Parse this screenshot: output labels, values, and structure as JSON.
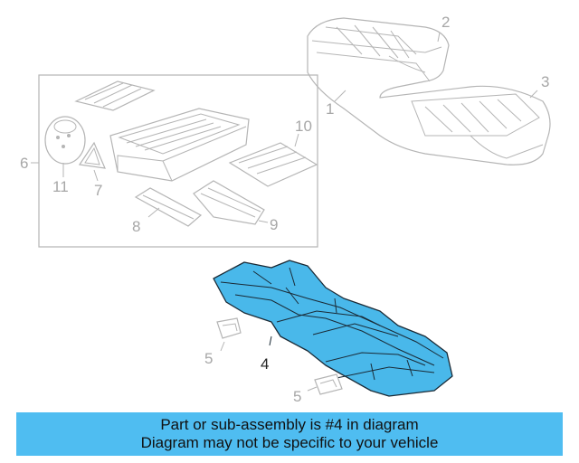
{
  "callouts": {
    "c1": "1",
    "c2": "2",
    "c3": "3",
    "c4": "4",
    "c5a": "5",
    "c5b": "5",
    "c6": "6",
    "c7": "7",
    "c8": "8",
    "c9": "9",
    "c10": "10",
    "c11": "11"
  },
  "banner": {
    "line1": "Part or sub-assembly is #4 in diagram",
    "line2": "Diagram may not be specific to your vehicle"
  },
  "colors": {
    "highlight": "#49b8ea",
    "banner": "#4fbdf1",
    "ghost": "#b5b5b5"
  }
}
